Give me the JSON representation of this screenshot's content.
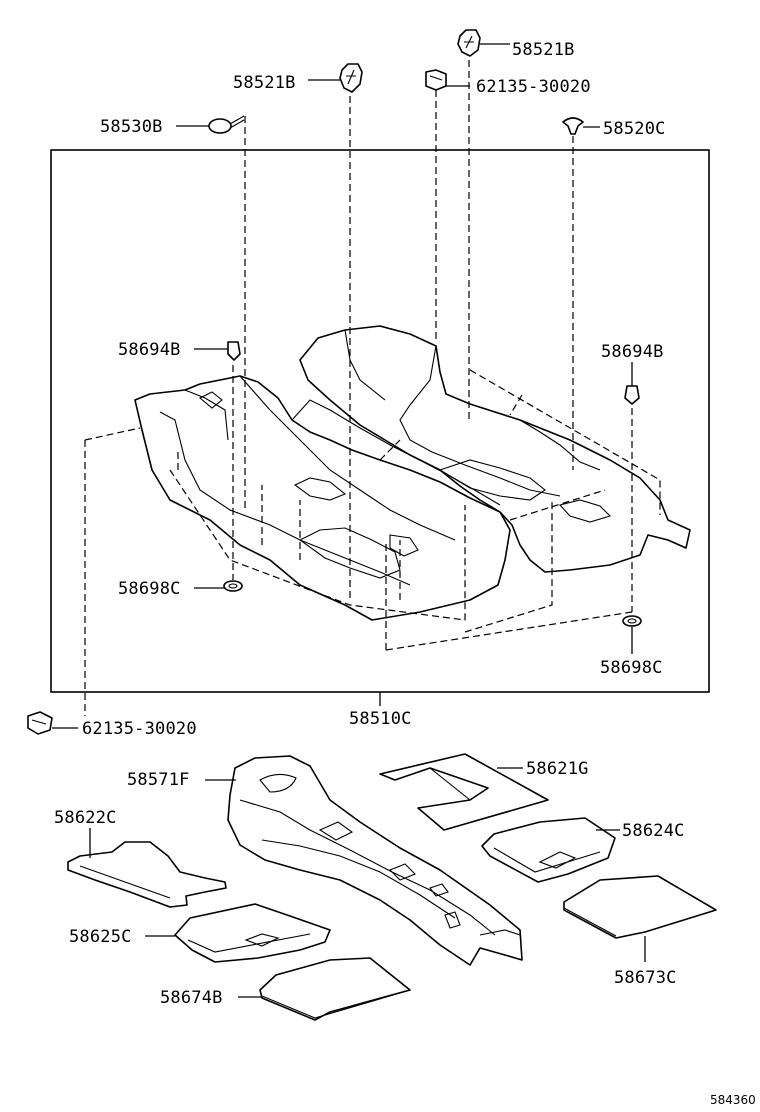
{
  "figure_number": "584360",
  "parts": {
    "clip_58521B_right": "58521B",
    "clip_58521B_left": "58521B",
    "clip_62135_top": "62135-30020",
    "pin_58530B": "58530B",
    "clip_58520C": "58520C",
    "hook_58694B_left": "58694B",
    "hook_58694B_right": "58694B",
    "grommet_58698C_left": "58698C",
    "grommet_58698C_right": "58698C",
    "carpet_58510C": "58510C",
    "clip_62135_bottom": "62135-30020",
    "silencer_58571F": "58571F",
    "pad_58621G": "58621G",
    "pad_58622C": "58622C",
    "pad_58624C": "58624C",
    "pad_58625C": "58625C",
    "pad_58673C": "58673C",
    "pad_58674B": "58674B"
  }
}
